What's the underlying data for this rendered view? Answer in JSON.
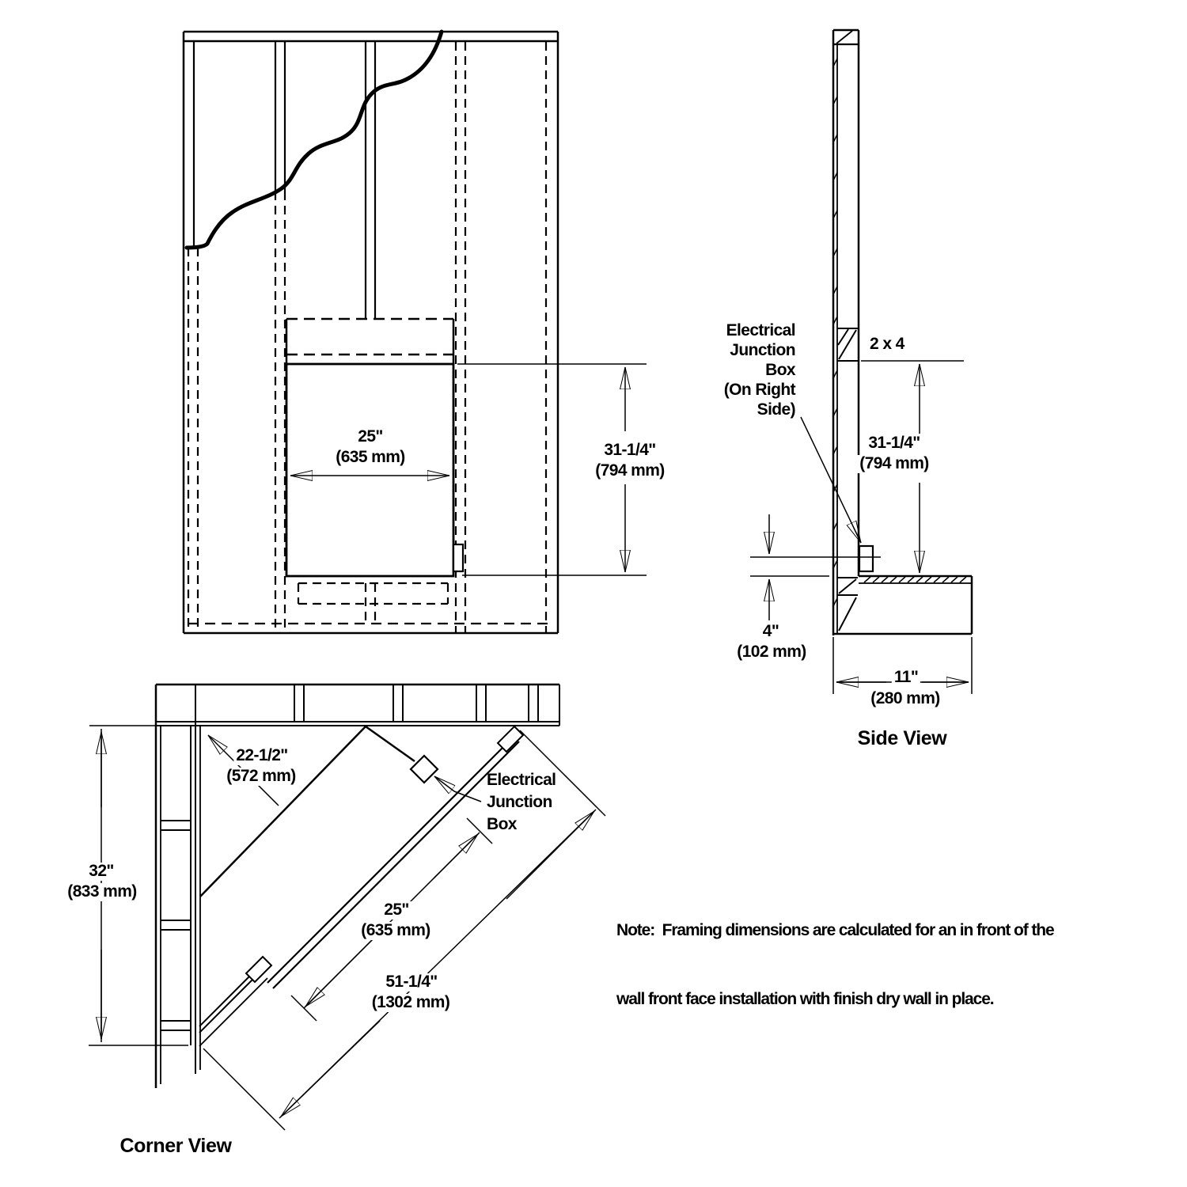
{
  "front_view": {
    "width_in": "25\"",
    "width_mm": "(635 mm)",
    "height_in": "31-1/4\"",
    "height_mm": "(794 mm)"
  },
  "side_view": {
    "title": "Side View",
    "stud_label": "2 x 4",
    "junction_box_label": {
      "l1": "Electrical",
      "l2": "Junction",
      "l3": "Box",
      "l4": "(On Right",
      "l5": "Side)"
    },
    "height_in": "31-1/4\"",
    "height_mm": "(794 mm)",
    "box_height_in": "4\"",
    "box_height_mm": "(102 mm)",
    "depth_in": "11\"",
    "depth_mm": "(280 mm)"
  },
  "corner_view": {
    "title": "Corner View",
    "corner_depth_in": "22-1/2\"",
    "corner_depth_mm": "(572 mm)",
    "wall_length_in": "32\"",
    "wall_length_mm": "(833 mm)",
    "front_width_in": "25\"",
    "front_width_mm": "(635 mm)",
    "diagonal_in": "51-1/4\"",
    "diagonal_mm": "(1302 mm)",
    "junction_box_label": {
      "l1": "Electrical",
      "l2": "Junction",
      "l3": "Box"
    }
  },
  "note": {
    "line1": "Note:  Framing dimensions are calculated for an in front of the",
    "line2": "wall front face installation with finish dry wall in place."
  },
  "colors": {
    "line": "#000000",
    "background": "#ffffff"
  }
}
